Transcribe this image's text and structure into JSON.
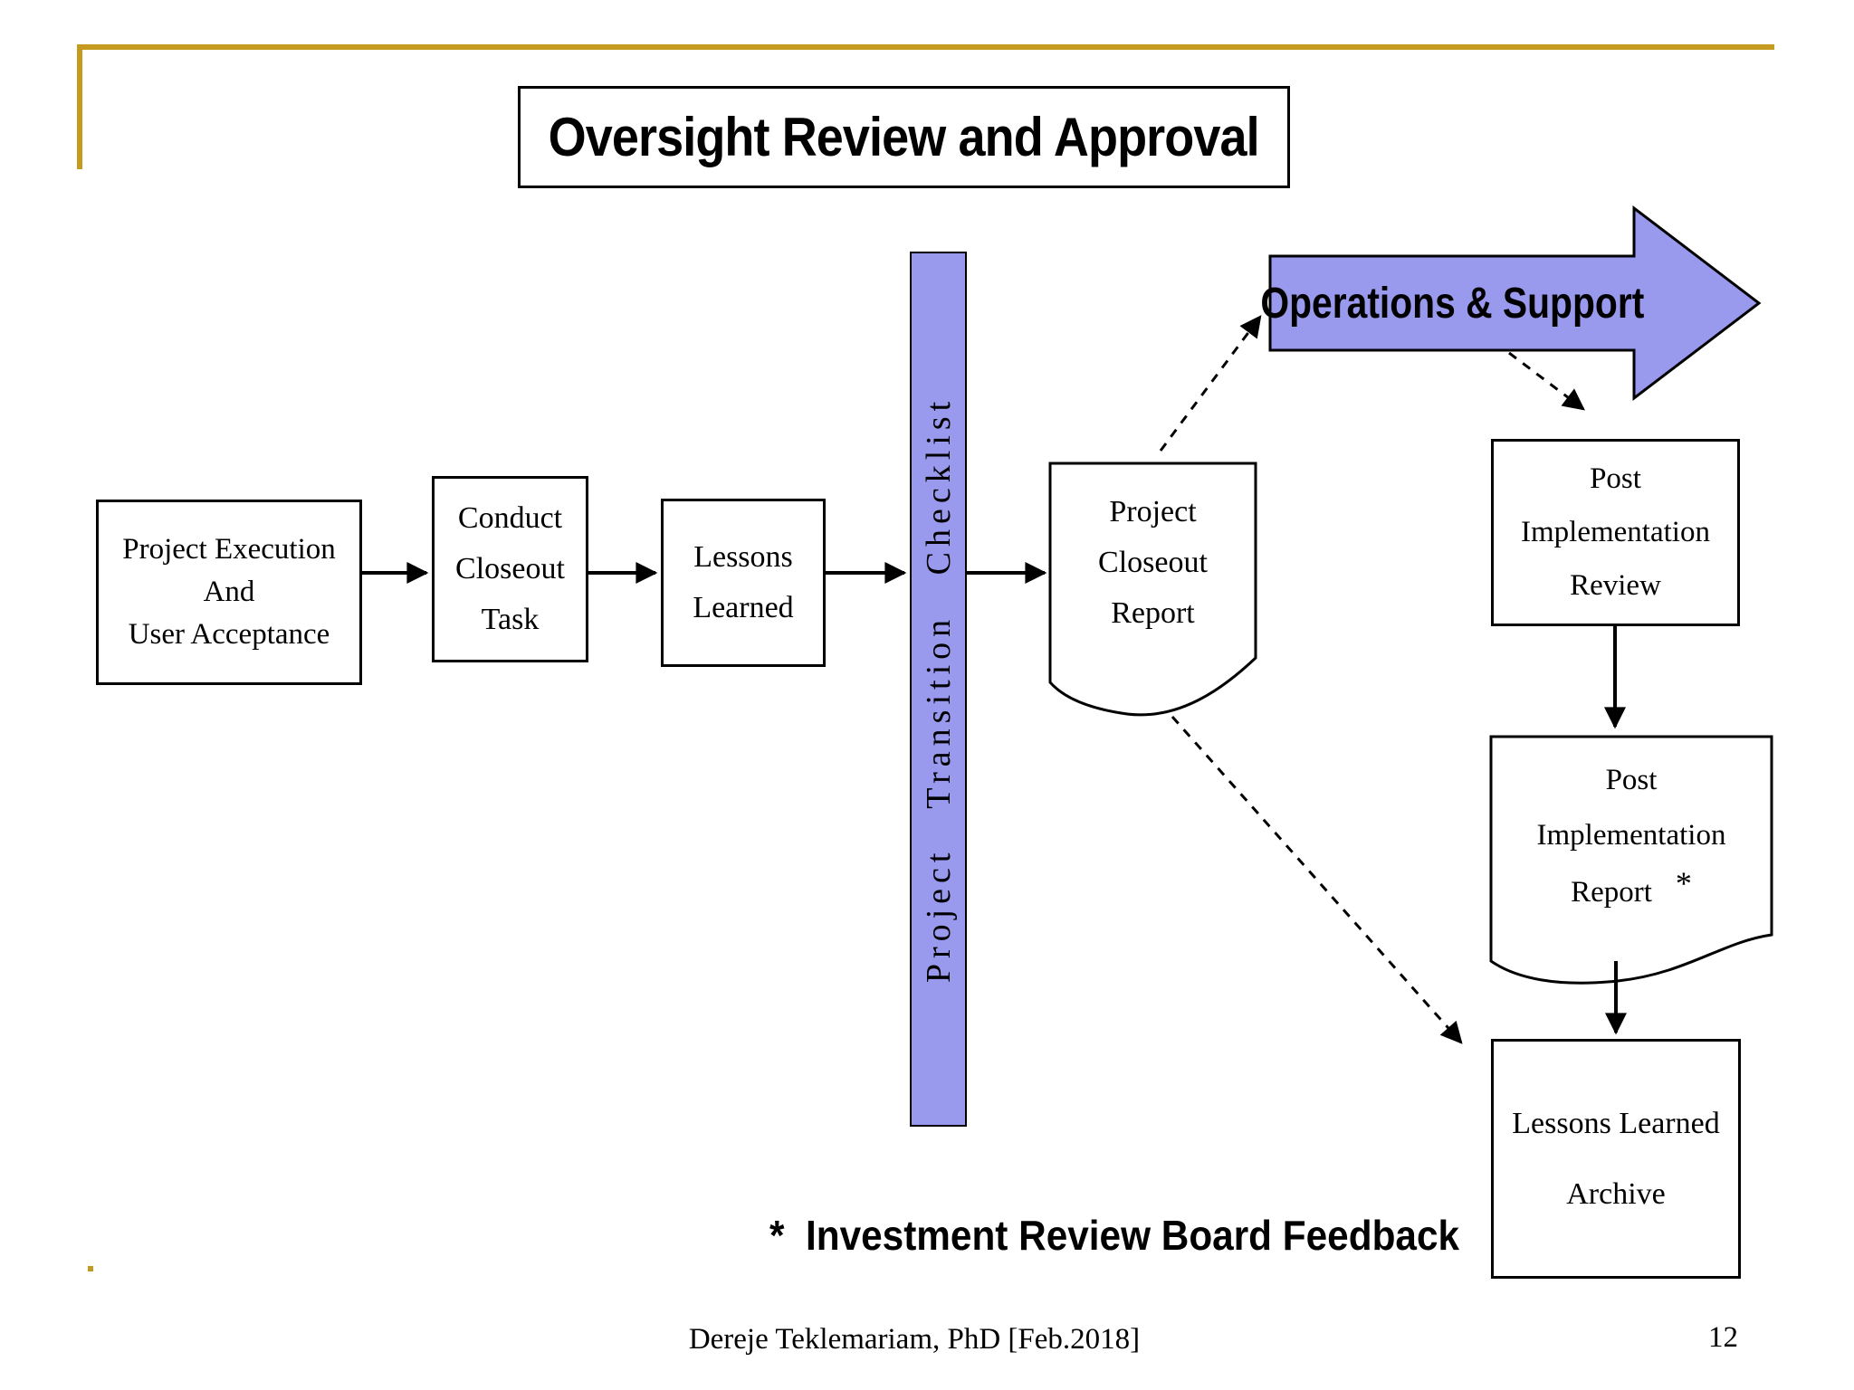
{
  "slide": {
    "title": "Oversight Review and Approval",
    "note": "*  Investment Review Board Feedback",
    "footer_credit": "Dereje Teklemariam, PhD [Feb.2018]",
    "page_number": "12",
    "colors": {
      "purple": "#9999EE",
      "gold": "#C49A1F",
      "ink": "#000000"
    }
  },
  "nodes": {
    "project_execution": {
      "lines": [
        "Project Execution",
        "And",
        "User Acceptance"
      ]
    },
    "conduct_closeout_task": {
      "lines": [
        "Conduct",
        "Closeout",
        "Task"
      ]
    },
    "lessons_learned": {
      "lines": [
        "Lessons",
        "Learned"
      ]
    },
    "project_transition_checklist": {
      "label": "Project Transition Checklist"
    },
    "project_closeout_report": {
      "lines": [
        "Project",
        "Closeout",
        "Report"
      ]
    },
    "operations_support": {
      "label": "Operations & Support"
    },
    "post_implementation_review": {
      "lines": [
        "Post",
        "Implementation",
        "Review"
      ]
    },
    "post_implementation_report": {
      "lines": [
        "Post",
        "Implementation",
        "Report"
      ],
      "star": "*"
    },
    "lessons_learned_archive": {
      "lines": [
        "Lessons Learned",
        "Archive"
      ]
    }
  }
}
